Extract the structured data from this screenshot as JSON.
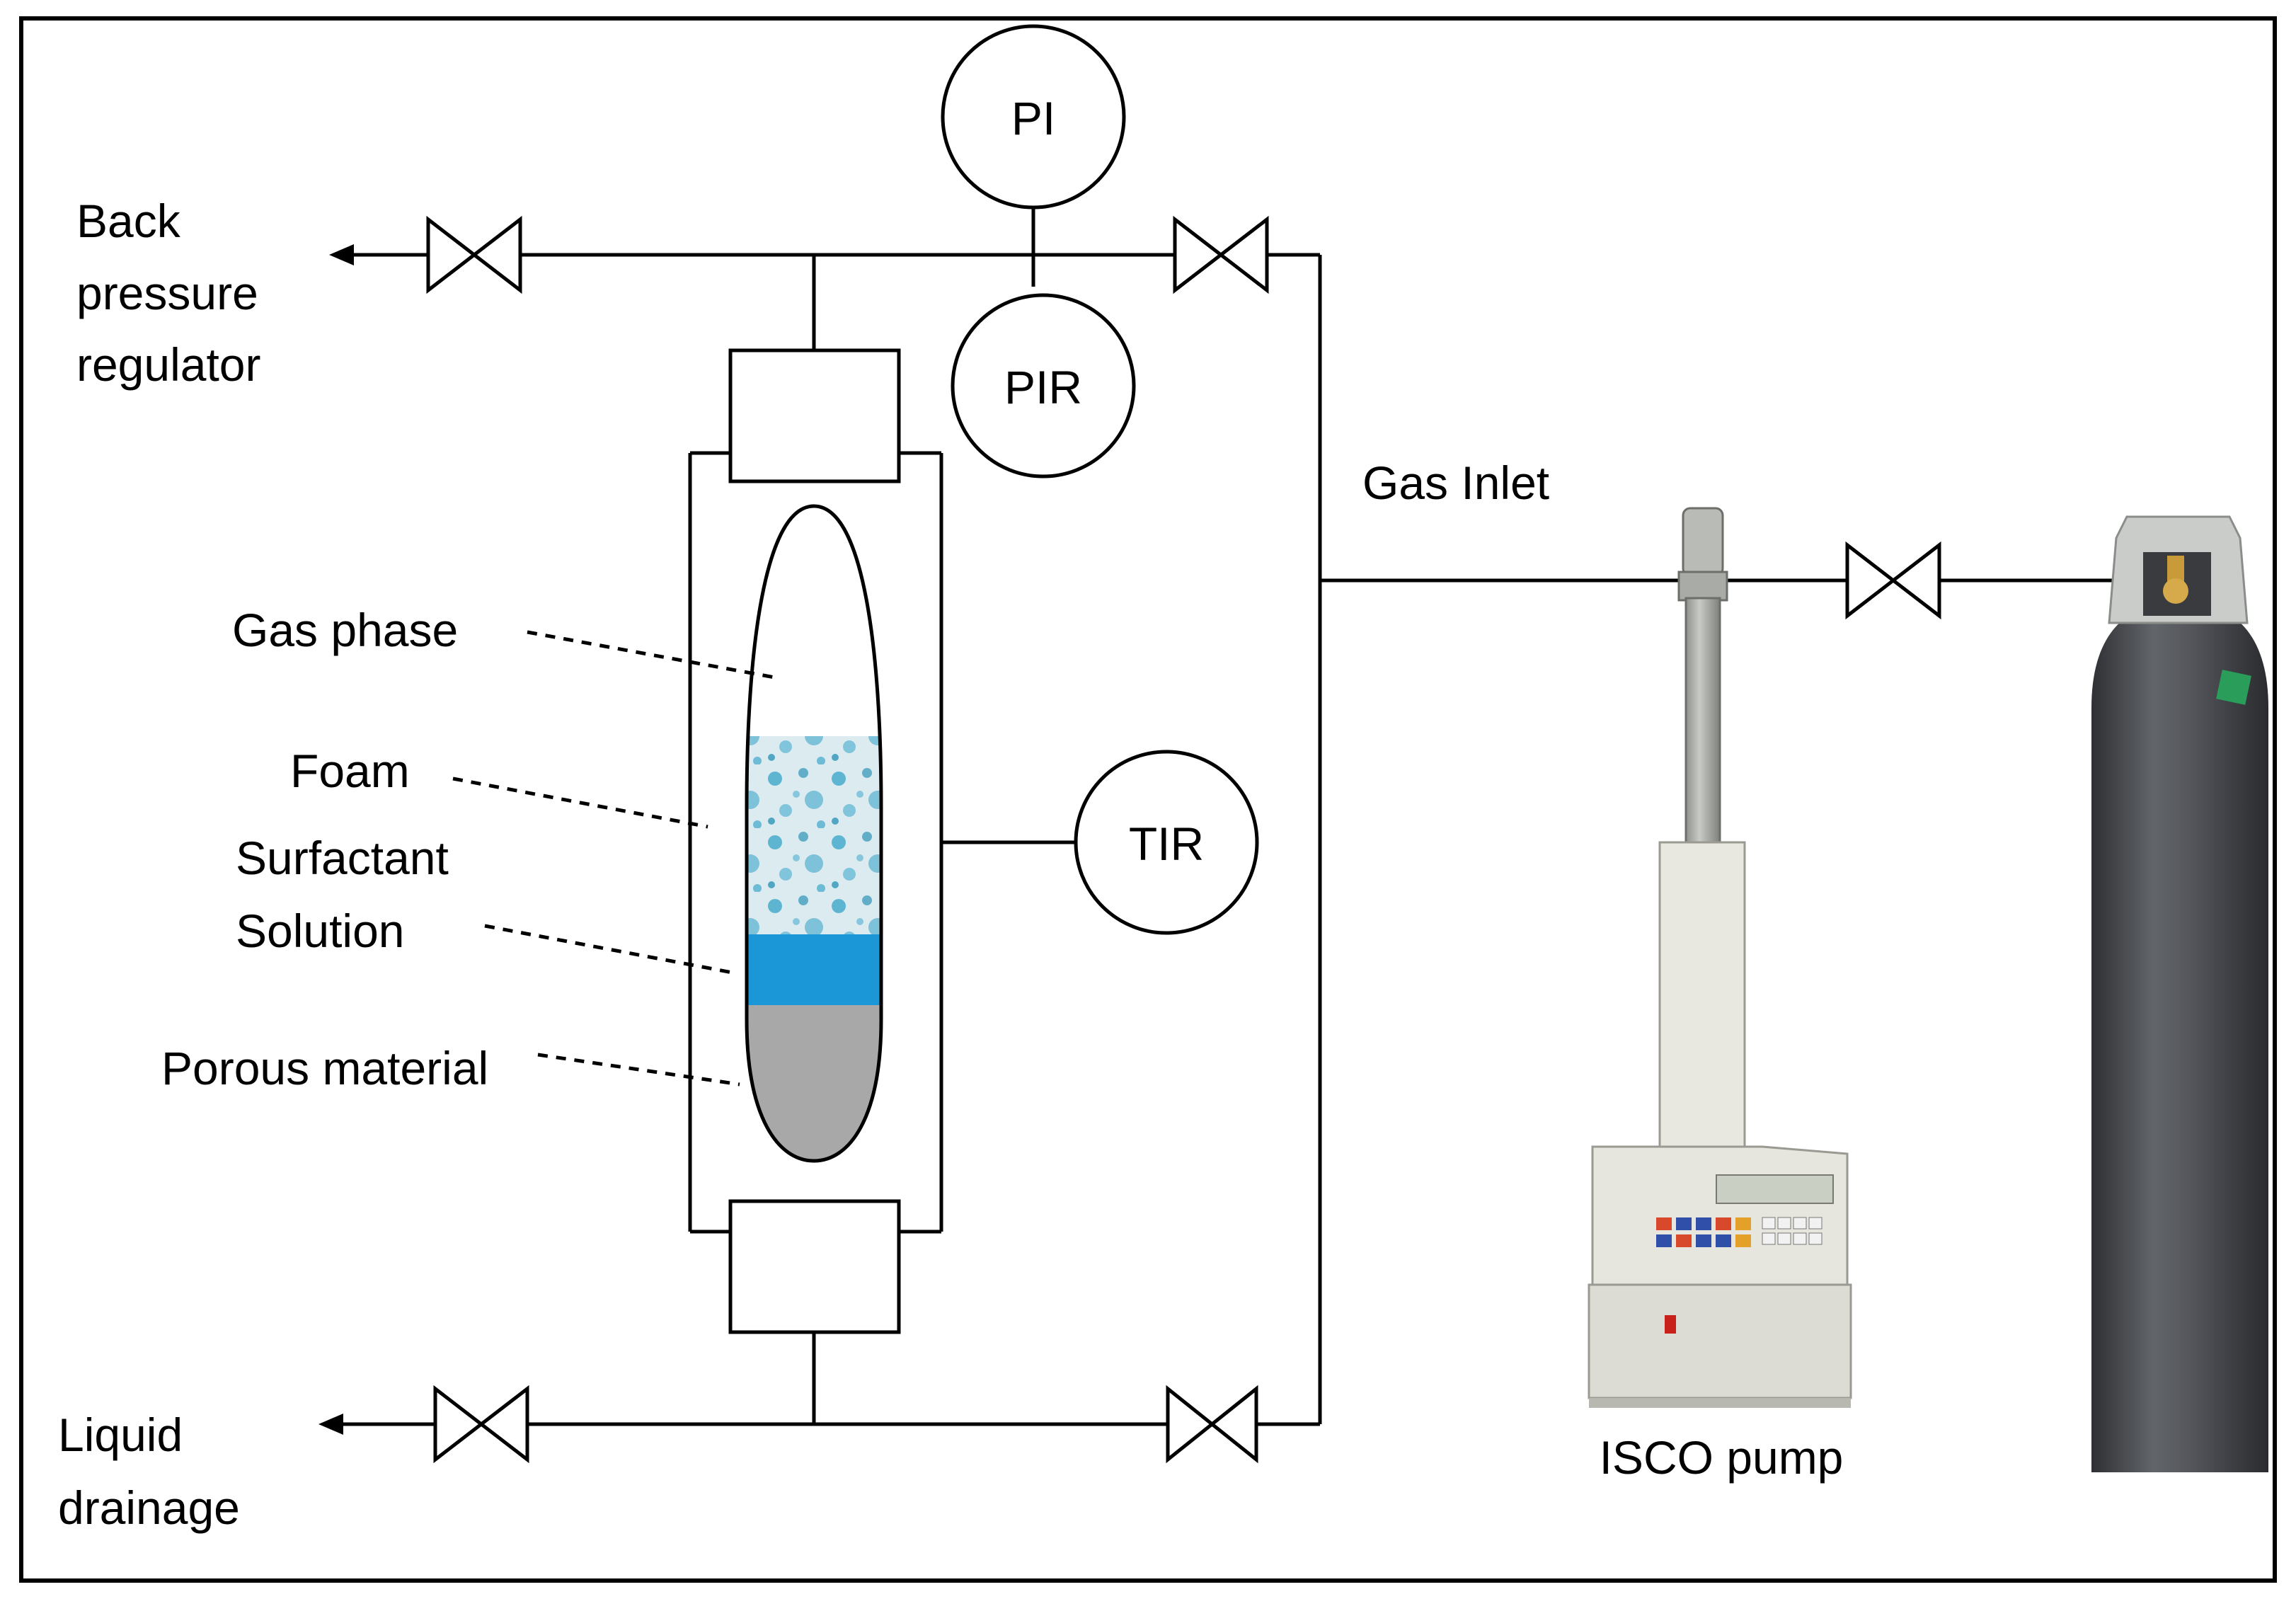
{
  "labels": {
    "pi": "PI",
    "pir": "PIR",
    "tir": "TIR",
    "back_pressure_line1": "Back",
    "back_pressure_line2": "pressure",
    "back_pressure_line3": "regulator",
    "liquid_drainage_line1": "Liquid",
    "liquid_drainage_line2": "drainage",
    "gas_inlet": "Gas Inlet",
    "gas_phase": "Gas phase",
    "foam": "Foam",
    "surfactant_line1": "Surfactant",
    "surfactant_line2": "Solution",
    "porous_material": "Porous material",
    "isco_pump": "ISCO pump"
  },
  "colors": {
    "line": "#000000",
    "foam_blue": "#3fa7c9",
    "solution_blue": "#1b96d6",
    "porous_gray": "#a8a8a8",
    "cylinder_gray": "#4a4c50",
    "pump_body": "#e4e4dc"
  }
}
